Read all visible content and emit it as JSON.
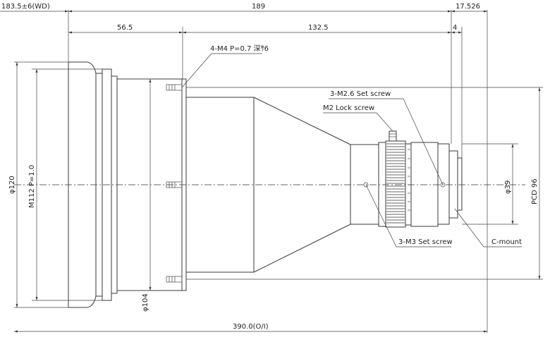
{
  "title": "",
  "dimensions": {
    "wd": "183.5±6(WD)",
    "length_189": "189",
    "length_17526": "17.526",
    "length_565": "56.5",
    "length_1325": "132.5",
    "length_4": "4",
    "total_length": "390.0(O/I)",
    "dia_120": "φ120",
    "thread_m112": "M112 P=1.0",
    "dia_104": "φ104",
    "dia_39": "φ39",
    "pcd_96": "PCD 96"
  },
  "callouts": {
    "m4_holes": "4-M4 P=0.7 深ｻ6",
    "m26_set_screw": "3-M2.6 Set screw",
    "m2_lock_screw": "M2 Lock screw",
    "m3_set_screw": "3-M3 Set screw",
    "c_mount": "C-mount"
  },
  "colors": {
    "line": "#3a3a3a",
    "background": "#ffffff"
  }
}
